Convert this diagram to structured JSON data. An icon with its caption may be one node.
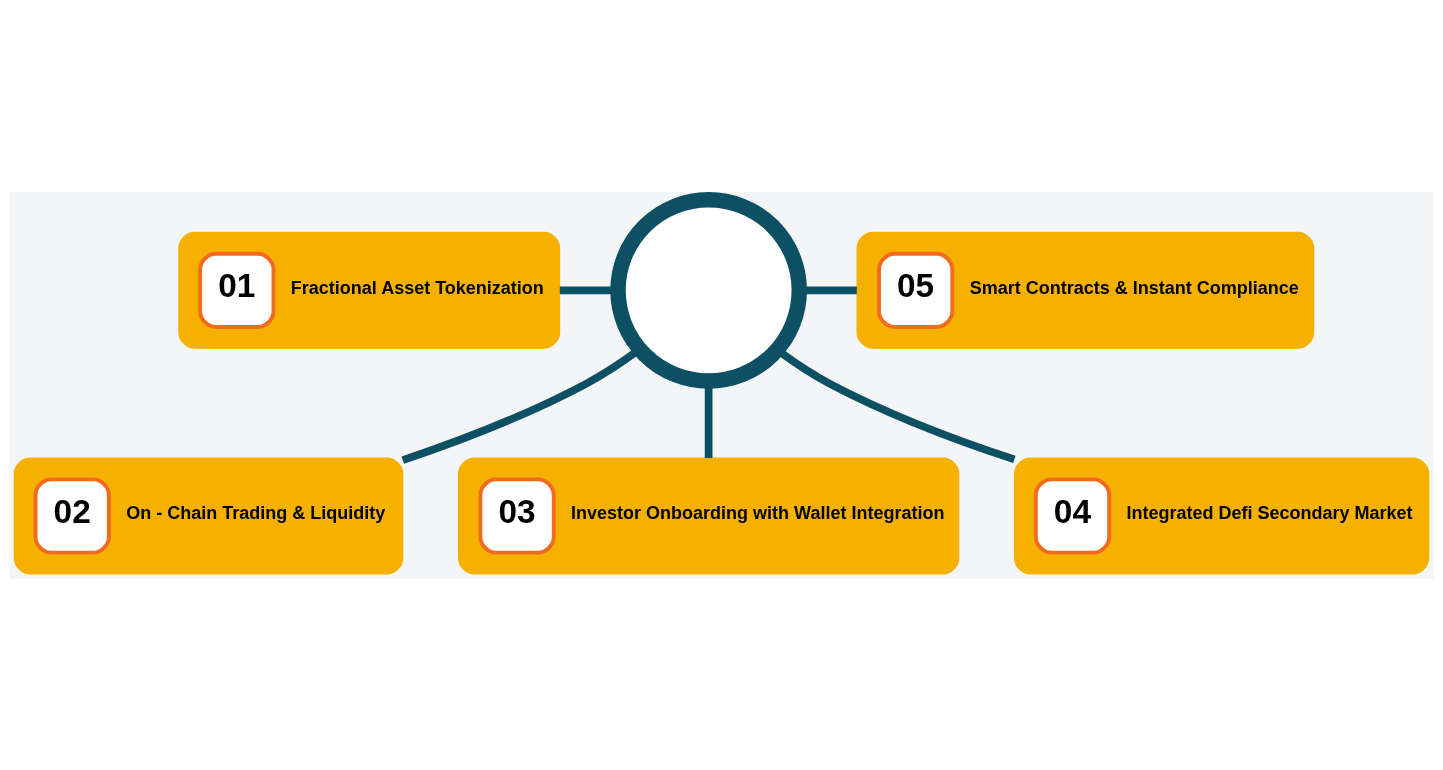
{
  "diagram": {
    "nodes": [
      {
        "text": [],
        "shape": "circle"
      },
      {
        "text": [
          "01",
          "Fractional Asset Tokenization"
        ]
      },
      {
        "text": [
          "02",
          "On - Chain Trading & Liquidity"
        ]
      },
      {
        "text": [
          "03",
          "Investor Onboarding with Wallet Integration"
        ]
      },
      {
        "text": [
          "04",
          "Integrated Defi Secondary Market"
        ]
      },
      {
        "text": [
          "05",
          "Smart Contracts & Instant Compliance"
        ]
      }
    ],
    "edges": [
      {
        "from": 0,
        "to": 1,
        "arrow": "none"
      },
      {
        "from": 0,
        "to": 2,
        "arrow": "none"
      },
      {
        "from": 0,
        "to": 3,
        "arrow": "none"
      },
      {
        "from": 0,
        "to": 4,
        "arrow": "none"
      },
      {
        "from": 0,
        "to": 5,
        "arrow": "none"
      }
    ]
  }
}
